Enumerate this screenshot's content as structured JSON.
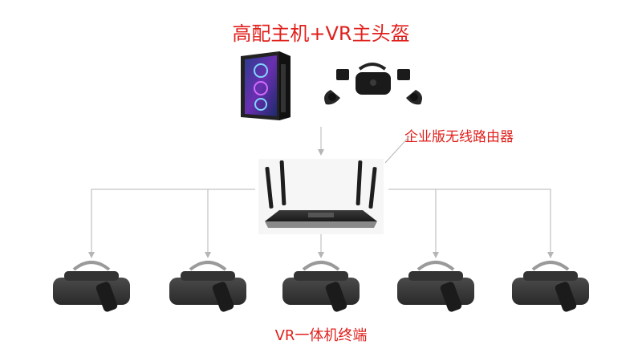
{
  "title": "高配主机+VR主头盔",
  "router_label": "企业版无线路由器",
  "terminal_label": "VR一体机终端",
  "colors": {
    "accent": "#e0201c",
    "line": "#b5b5b5"
  },
  "nodes": {
    "host": "pc-tower",
    "headset_kit": "vr-headset-with-controllers-and-base-stations",
    "router": "wireless-router",
    "terminals": [
      "vr-headset-1",
      "vr-headset-2",
      "vr-headset-3",
      "vr-headset-4",
      "vr-headset-5"
    ]
  }
}
